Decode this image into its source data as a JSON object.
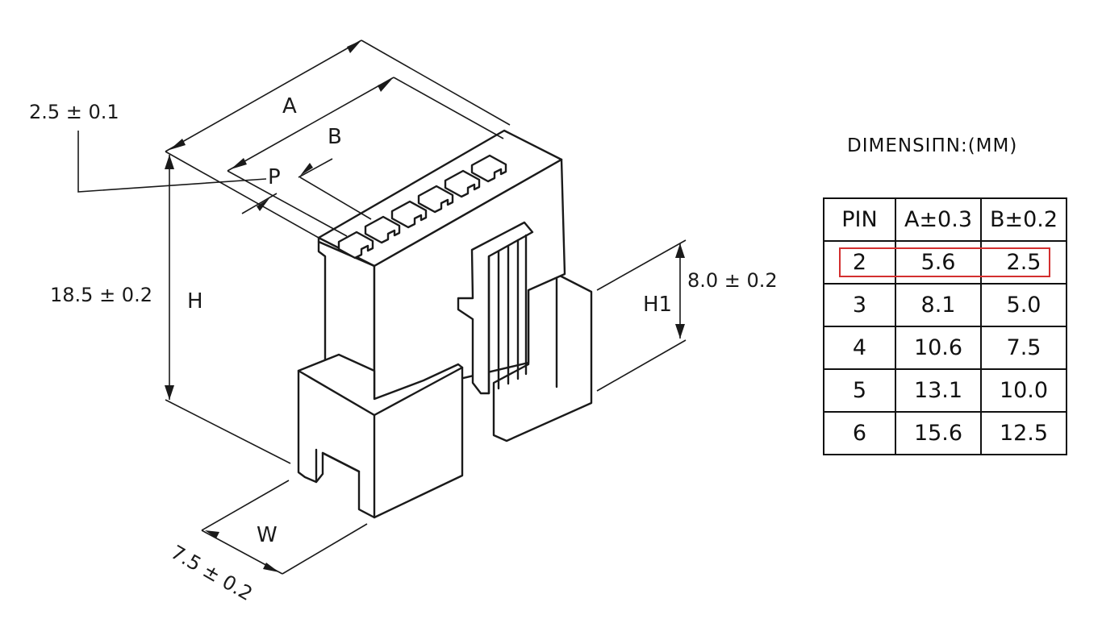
{
  "diagram": {
    "dim_pitch": "2.5 ± 0.1",
    "dim_height": "18.5 ± 0.2",
    "dim_h1": "8.0 ± 0.2",
    "dim_width": "7.5 ± 0.2",
    "label_A": "A",
    "label_B": "B",
    "label_P": "P",
    "label_H": "H",
    "label_H1": "H1",
    "label_W": "W"
  },
  "table": {
    "title": "DIMENSIΠN:(MM)",
    "headers": [
      "PIN",
      "A±0.3",
      "B±0.2"
    ],
    "rows": [
      [
        "2",
        "5.6",
        "2.5"
      ],
      [
        "3",
        "8.1",
        "5.0"
      ],
      [
        "4",
        "10.6",
        "7.5"
      ],
      [
        "5",
        "13.1",
        "10.0"
      ],
      [
        "6",
        "15.6",
        "12.5"
      ]
    ],
    "highlighted_row": "2",
    "highlight_color": "#d32f2f"
  }
}
